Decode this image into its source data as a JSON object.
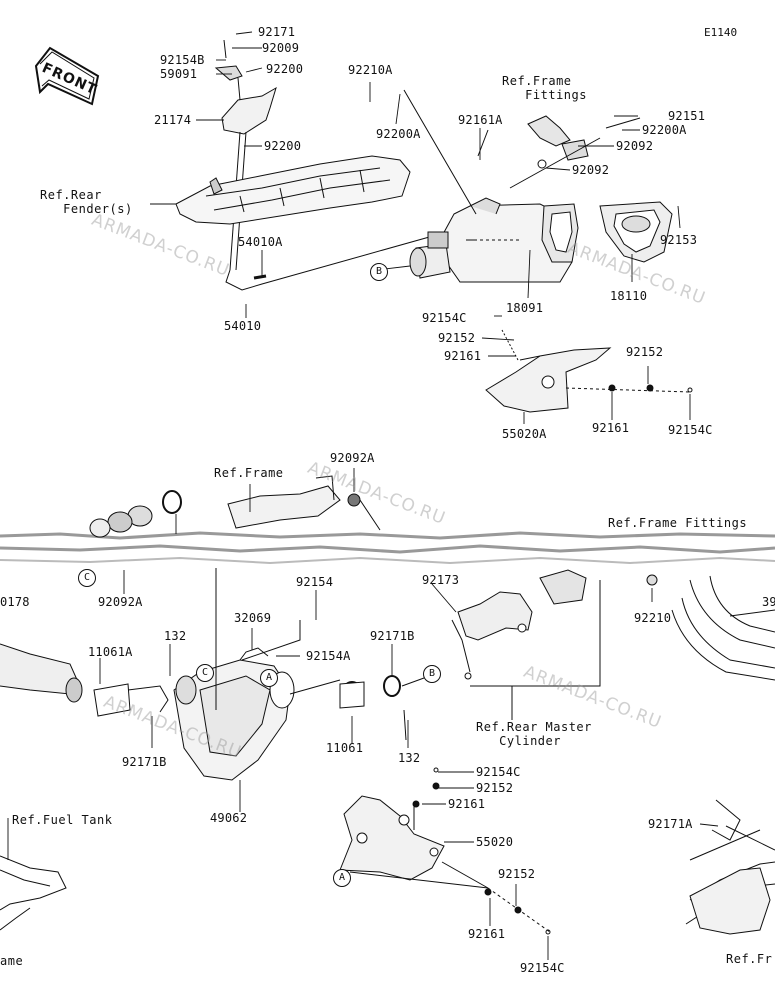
{
  "diagram_code": "E1140",
  "front_label": "FRONT",
  "watermark": "ARMADA-CO.RU",
  "refs": {
    "rear_fender": "Ref.Rear\n   Fender(s)",
    "frame_fittings_top": "Ref.Frame\n   Fittings",
    "frame": "Ref.Frame",
    "frame_fittings_right": "Ref.Frame Fittings",
    "rear_master": "Ref.Rear Master\n   Cylinder",
    "fuel_tank": "Ref.Fuel Tank",
    "frame_bottom_right": "Ref.Fr",
    "frame_bottom_left": "ame"
  },
  "callouts": {
    "a": "A",
    "b": "B",
    "c": "C"
  },
  "part_labels": {
    "p92171": "92171",
    "p92009": "92009",
    "p92154B": "92154B",
    "p59091": "59091",
    "p92200_top": "92200",
    "p21174": "21174",
    "p92200_mid": "92200",
    "p92210A": "92210A",
    "p92200A_left": "92200A",
    "p92161A": "92161A",
    "p92151": "92151",
    "p92200A_right": "92200A",
    "p92092_a": "92092",
    "p92092_b": "92092",
    "p92153": "92153",
    "p54010A": "54010A",
    "p54010": "54010",
    "p18091": "18091",
    "p18110": "18110",
    "p92154C_top": "92154C",
    "p92152_top": "92152",
    "p92161_top": "92161",
    "p92152_right": "92152",
    "p55020A": "55020A",
    "p92161_right": "92161",
    "p92154C_right": "92154C",
    "p92092A_top": "92092A",
    "p92092A_left": "92092A",
    "p0178": "0178",
    "p92154": "92154",
    "p32069": "32069",
    "p132_top": "132",
    "p11061A": "11061A",
    "p92154A": "92154A",
    "p92171B_mid": "92171B",
    "p92173": "92173",
    "p92210": "92210",
    "p39": "39",
    "p92171B_left": "92171B",
    "p11061": "11061",
    "p132_bottom": "132",
    "p49062": "49062",
    "p92154C_mid": "92154C",
    "p92152_mid": "92152",
    "p92161_mid": "92161",
    "p55020": "55020",
    "p92171A": "92171A",
    "p92152_bot": "92152",
    "p92161_bot": "92161",
    "p92154C_bot": "92154C"
  }
}
